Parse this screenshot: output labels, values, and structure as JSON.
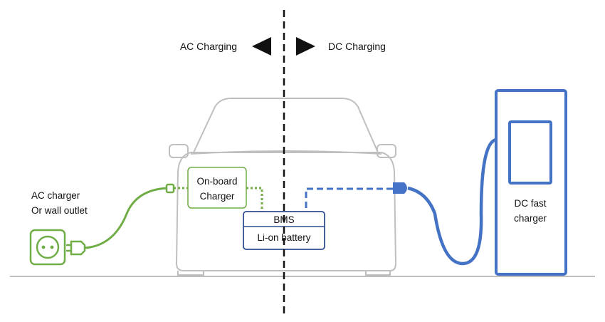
{
  "labels": {
    "ac_charging": "AC Charging",
    "dc_charging": "DC Charging",
    "ac_source_line1": "AC charger",
    "ac_source_line2": "Or wall outlet",
    "onboard_line1": "On-board",
    "onboard_line2": "Charger",
    "bms": "BMS",
    "battery": "Li-on battery",
    "dc_line1": "DC fast",
    "dc_line2": "charger"
  },
  "colors": {
    "ac_green": "#70ad47",
    "dc_blue": "#4472c4",
    "car_gray": "#bfbfbf",
    "battery_navy": "#2f4f8f",
    "divider": "#111111"
  },
  "icons": {
    "ac_socket": "wall-socket-icon",
    "ac_plug": "plug-icon",
    "dc_plug": "dc-connector-icon"
  }
}
